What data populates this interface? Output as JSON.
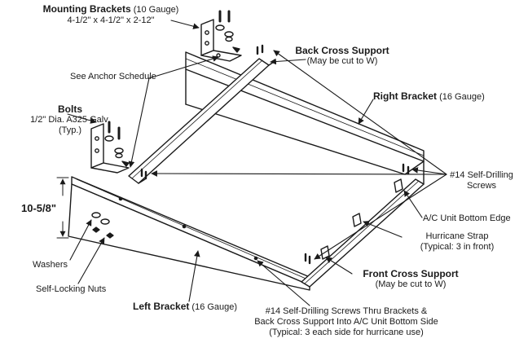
{
  "colors": {
    "ink": "#1a1a1a",
    "paper": "#ffffff"
  },
  "labels": {
    "mounting_brackets_title": "Mounting Brackets",
    "mounting_brackets_gauge": "(10 Gauge)",
    "mounting_brackets_dims": "4-1/2\" x 4-1/2\" x 2-12\"",
    "see_anchor_schedule": "See Anchor Schedule",
    "bolts_title": "Bolts",
    "bolts_spec": "1/2\" Dia. A325 Galv.",
    "bolts_typ": "(Typ.)",
    "dimension_height": "10-5/8\"",
    "washers": "Washers",
    "self_locking_nuts": "Self-Locking Nuts",
    "left_bracket_title": "Left Bracket",
    "left_bracket_gauge": "(16 Gauge)",
    "back_cross_support_title": "Back Cross Support",
    "back_cross_support_note": "(May be cut to W)",
    "right_bracket_title": "Right Bracket",
    "right_bracket_gauge": "(16 Gauge)",
    "self_drilling_screws_line1": "#14 Self-Drilling",
    "self_drilling_screws_line2": "Screws",
    "ac_unit_bottom_edge": "A/C Unit Bottom Edge",
    "hurricane_strap": "Hurricane Strap",
    "hurricane_strap_note": "(Typical: 3 in front)",
    "front_cross_support_title": "Front Cross Support",
    "front_cross_support_note": "(May be cut to W)",
    "screws_note_line1": "#14 Self-Drilling Screws Thru Brackets &",
    "screws_note_line2": "Back Cross Support Into A/C Unit Bottom Side",
    "screws_note_line3": "(Typical: 3 each side for hurricane use)"
  }
}
